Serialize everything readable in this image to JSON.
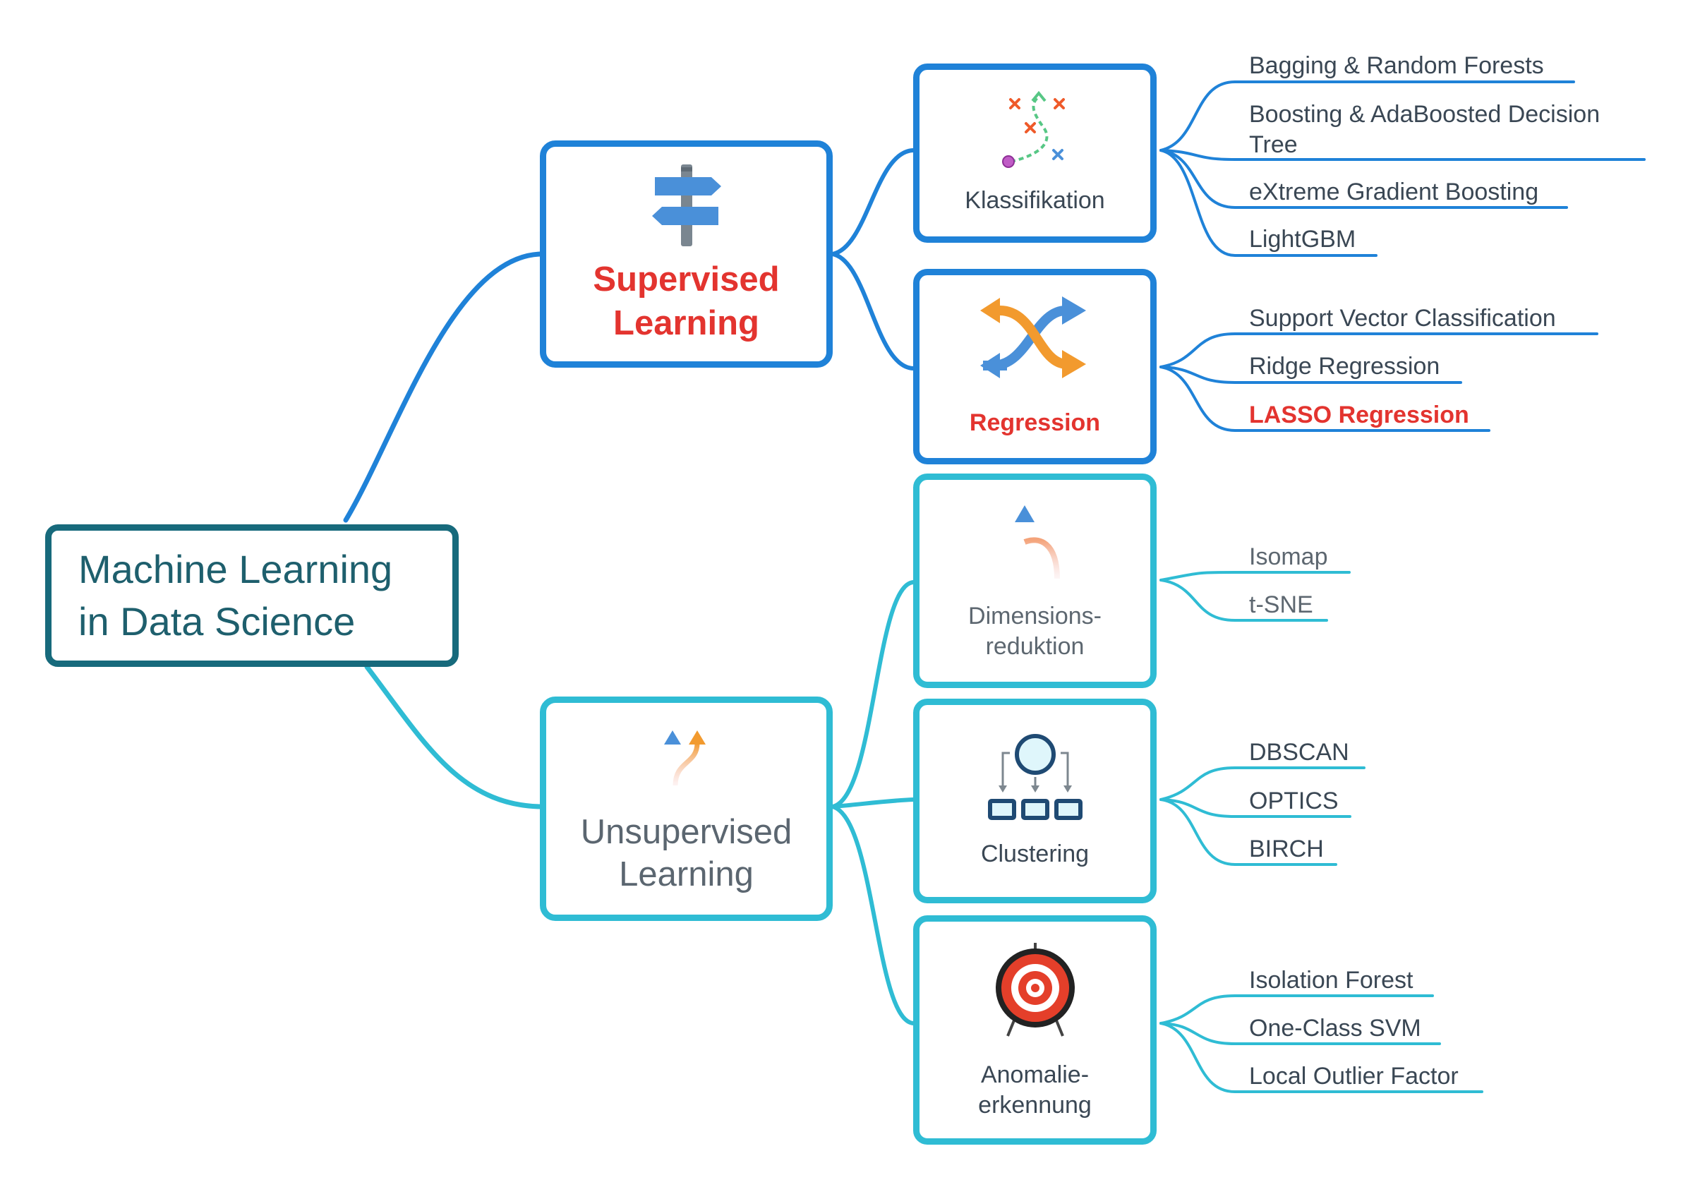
{
  "root": {
    "line1": "Machine Learning",
    "line2": "in Data Science"
  },
  "branches": [
    {
      "line1": "Supervised",
      "line2": "Learning",
      "icon": "signpost-icon",
      "categories": [
        {
          "label": "Klassifikation",
          "icon": "classification-path-icon",
          "leaves": [
            "Bagging & Random Forests",
            "Boosting & AdaBoosted Decision",
            "Tree",
            "eXtreme Gradient Boosting",
            "LightGBM"
          ]
        },
        {
          "label": "Regression",
          "icon": "shuffle-arrows-icon",
          "leaves": [
            "Support Vector Classification",
            "Ridge Regression",
            "LASSO Regression"
          ]
        }
      ]
    },
    {
      "line1": "Unsupervised",
      "line2": "Learning",
      "icon": "split-arrows-icon",
      "categories": [
        {
          "line1": "Dimensions-",
          "line2": "reduktion",
          "icon": "curved-arrow-icon",
          "leaves": [
            "Isomap",
            "t-SNE"
          ]
        },
        {
          "label": "Clustering",
          "icon": "cluster-hierarchy-icon",
          "leaves": [
            "DBSCAN",
            "OPTICS",
            "BIRCH"
          ]
        },
        {
          "line1": "Anomalie-",
          "line2": "erkennung",
          "icon": "target-icon",
          "leaves": [
            "Isolation Forest",
            "One-Class SVM",
            "Local Outlier Factor"
          ]
        }
      ]
    }
  ],
  "colors": {
    "root": "#176a7c",
    "supervised": "#1f82d8",
    "unsupervised": "#2fbcd4",
    "highlight": "#e3342f",
    "orange": "#f29a2e"
  }
}
